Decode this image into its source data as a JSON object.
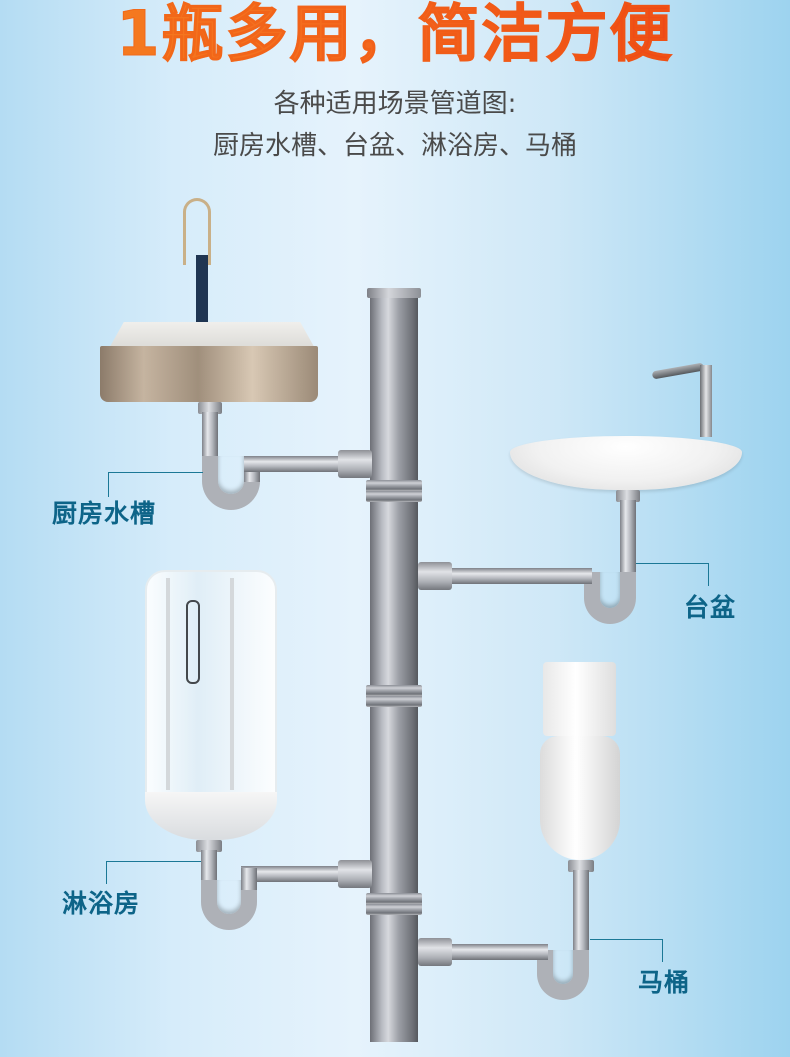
{
  "header": {
    "headline": "1瓶多用，简洁方便",
    "subtitle_line1": "各种适用场景管道图:",
    "subtitle_line2": "厨房水槽、台盆、淋浴房、马桶"
  },
  "fixtures": [
    {
      "id": "kitchen-sink",
      "label": "厨房水槽"
    },
    {
      "id": "basin",
      "label": "台盆"
    },
    {
      "id": "shower-room",
      "label": "淋浴房"
    },
    {
      "id": "toilet",
      "label": "马桶"
    }
  ],
  "colors": {
    "headline_start": "#f58220",
    "headline_end": "#ec3b12",
    "label": "#0d6488",
    "subtitle": "#4a4a4a",
    "background_left": "#b4dcf3",
    "background_right": "#9dd3ef"
  }
}
